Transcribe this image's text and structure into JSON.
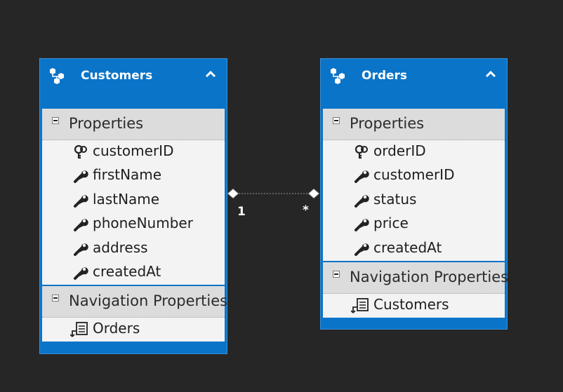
{
  "entities": {
    "customers": {
      "title": "Customers",
      "properties_label": "Properties",
      "properties": [
        {
          "name": "customerID",
          "key": true
        },
        {
          "name": "firstName",
          "key": false
        },
        {
          "name": "lastName",
          "key": false
        },
        {
          "name": "phoneNumber",
          "key": false
        },
        {
          "name": "address",
          "key": false
        },
        {
          "name": "createdAt",
          "key": false
        }
      ],
      "navigation_label": "Navigation Properties",
      "navigation": [
        "Orders"
      ]
    },
    "orders": {
      "title": "Orders",
      "properties_label": "Properties",
      "properties": [
        {
          "name": "orderID",
          "key": true
        },
        {
          "name": "customerID",
          "key": false
        },
        {
          "name": "status",
          "key": false
        },
        {
          "name": "price",
          "key": false
        },
        {
          "name": "createdAt",
          "key": false
        }
      ],
      "navigation_label": "Navigation Properties",
      "navigation": [
        "Customers"
      ]
    }
  },
  "association": {
    "from_multiplicity": "1",
    "to_multiplicity": "*"
  },
  "colors": {
    "canvas": "#262626",
    "entity_blue": "#0a74c9",
    "section_header": "#dcdcdc",
    "row_background": "#f3f3f3"
  },
  "icons": [
    "entity-icon",
    "collapse-chevron-icon",
    "section-collapse-icon",
    "key-property-icon",
    "property-wrench-icon",
    "navigation-property-icon"
  ]
}
